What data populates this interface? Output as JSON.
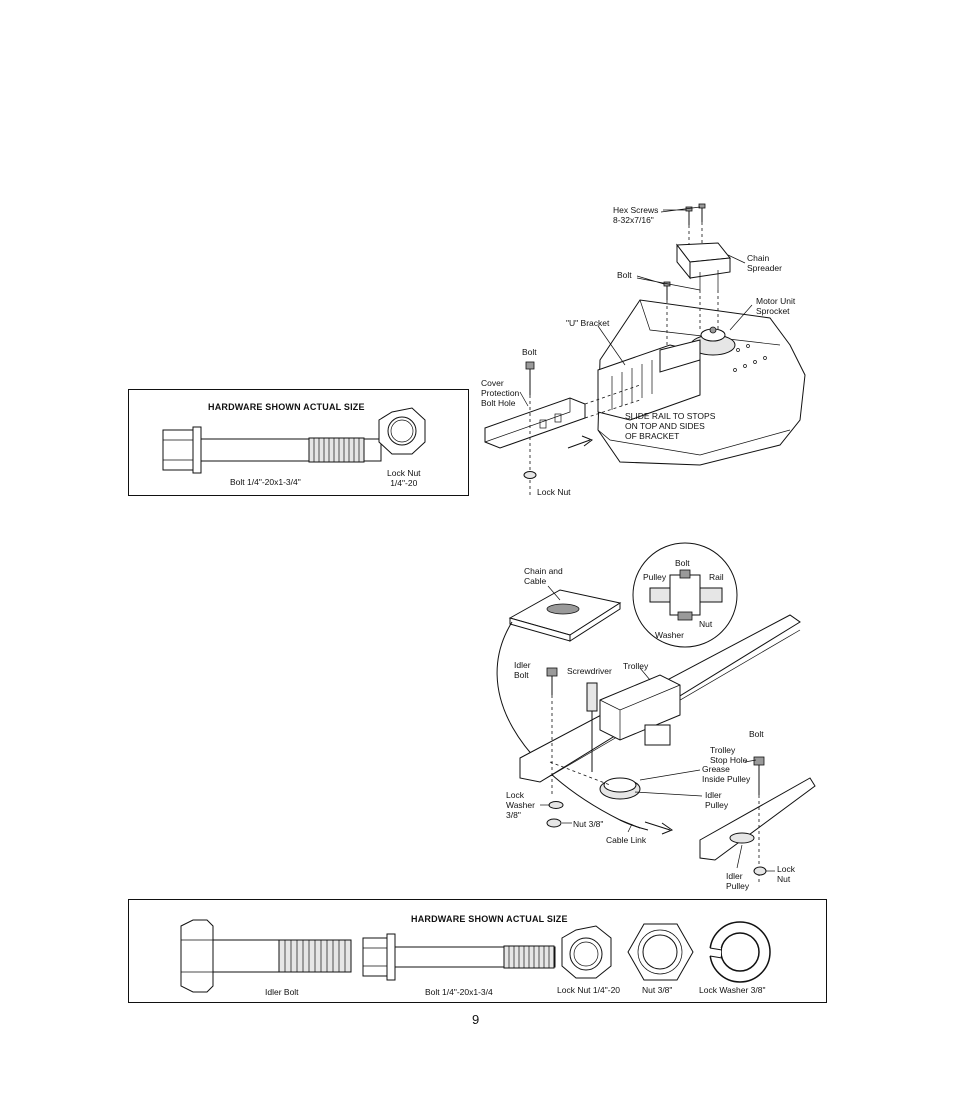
{
  "figure1": {
    "labels": {
      "hex_screws": "Hex Screws\n8-32x7/16\"",
      "chain_spreader": "Chain\nSpreader",
      "bolt_top": "Bolt",
      "motor_unit_sprocket": "Motor Unit\nSprocket",
      "u_bracket": "\"U\" Bracket",
      "bolt_left": "Bolt",
      "cover_protection": "Cover\nProtection\nBolt Hole",
      "slide_rail": "SLIDE RAIL TO STOPS\nON TOP AND SIDES\nOF BRACKET",
      "lock_nut": "Lock Nut"
    }
  },
  "hardware1": {
    "title": "HARDWARE SHOWN ACTUAL SIZE",
    "bolt_label": "Bolt 1/4\"-20x1-3/4\"",
    "locknut_label": "Lock Nut\n1/4\"-20"
  },
  "figure2": {
    "labels": {
      "chain_cable": "Chain and\nCable",
      "inset_bolt": "Bolt",
      "inset_pulley": "Pulley",
      "inset_rail": "Rail",
      "inset_nut": "Nut",
      "inset_washer": "Washer",
      "idler_bolt": "Idler\nBolt",
      "screwdriver": "Screwdriver",
      "trolley": "Trolley",
      "bolt_right": "Bolt",
      "trolley_stop_hole": "Trolley\nStop Hole",
      "grease": "Grease\nInside Pulley",
      "idler_pulley": "Idler\nPulley",
      "lock_washer": "Lock\nWasher\n3/8\"",
      "nut": "Nut 3/8\"",
      "cable_link": "Cable Link",
      "lock_nut": "Lock\nNut",
      "idler_pulley_right": "Idler\nPulley"
    }
  },
  "hardware2": {
    "title": "HARDWARE SHOWN ACTUAL SIZE",
    "idler_bolt": "Idler Bolt",
    "bolt": "Bolt 1/4\"-20x1-3/4",
    "lock_nut": "Lock Nut 1/4\"-20",
    "nut": "Nut 3/8\"",
    "lock_washer": "Lock Washer 3/8\""
  },
  "page_number": "9"
}
